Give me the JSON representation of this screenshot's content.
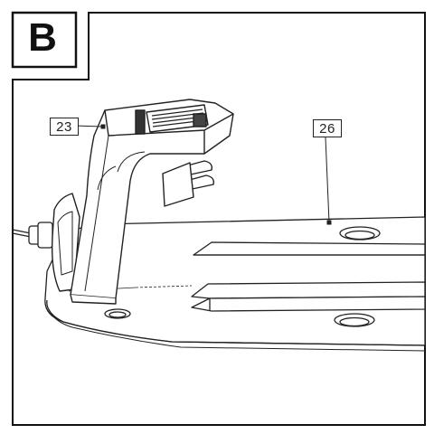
{
  "figure": {
    "section_letter": "B",
    "callouts": [
      {
        "number": "23"
      },
      {
        "number": "26"
      }
    ]
  }
}
